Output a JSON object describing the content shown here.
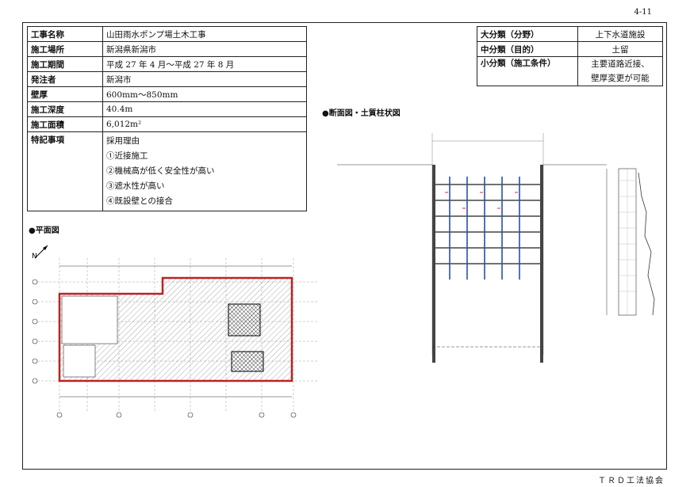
{
  "page_number": "4-11",
  "footer": "ＴＲＤ工法協会",
  "project": {
    "rows": [
      {
        "label": "工事名称",
        "value": "山田雨水ポンプ場土木工事"
      },
      {
        "label": "施工場所",
        "value": "新潟県新潟市"
      },
      {
        "label": "施工期間",
        "value": "平成 27 年 4 月～平成 27 年 8 月"
      },
      {
        "label": "発注者",
        "value": "新潟市"
      },
      {
        "label": "壁厚",
        "value": "600mm～850mm"
      },
      {
        "label": "施工深度",
        "value": "40.4m"
      },
      {
        "label": "施工面積",
        "value": "6,012m²"
      }
    ],
    "notes_label": "特記事項",
    "notes": [
      "採用理由",
      "①近接施工",
      "②機械高が低く安全性が高い",
      "③遮水性が高い",
      "④既設壁との接合"
    ]
  },
  "classification": {
    "major_label": "大分類（分野）",
    "major_value": "上下水道施設",
    "middle_label": "中分類（目的）",
    "middle_value": "土留",
    "minor_label": "小分類（施工条件）",
    "minor_value_line1": "主要道路近接、",
    "minor_value_line2": "壁厚変更が可能"
  },
  "section_titles": {
    "plan": "●平面図",
    "cross_section": "●断面図・土質柱状図"
  }
}
